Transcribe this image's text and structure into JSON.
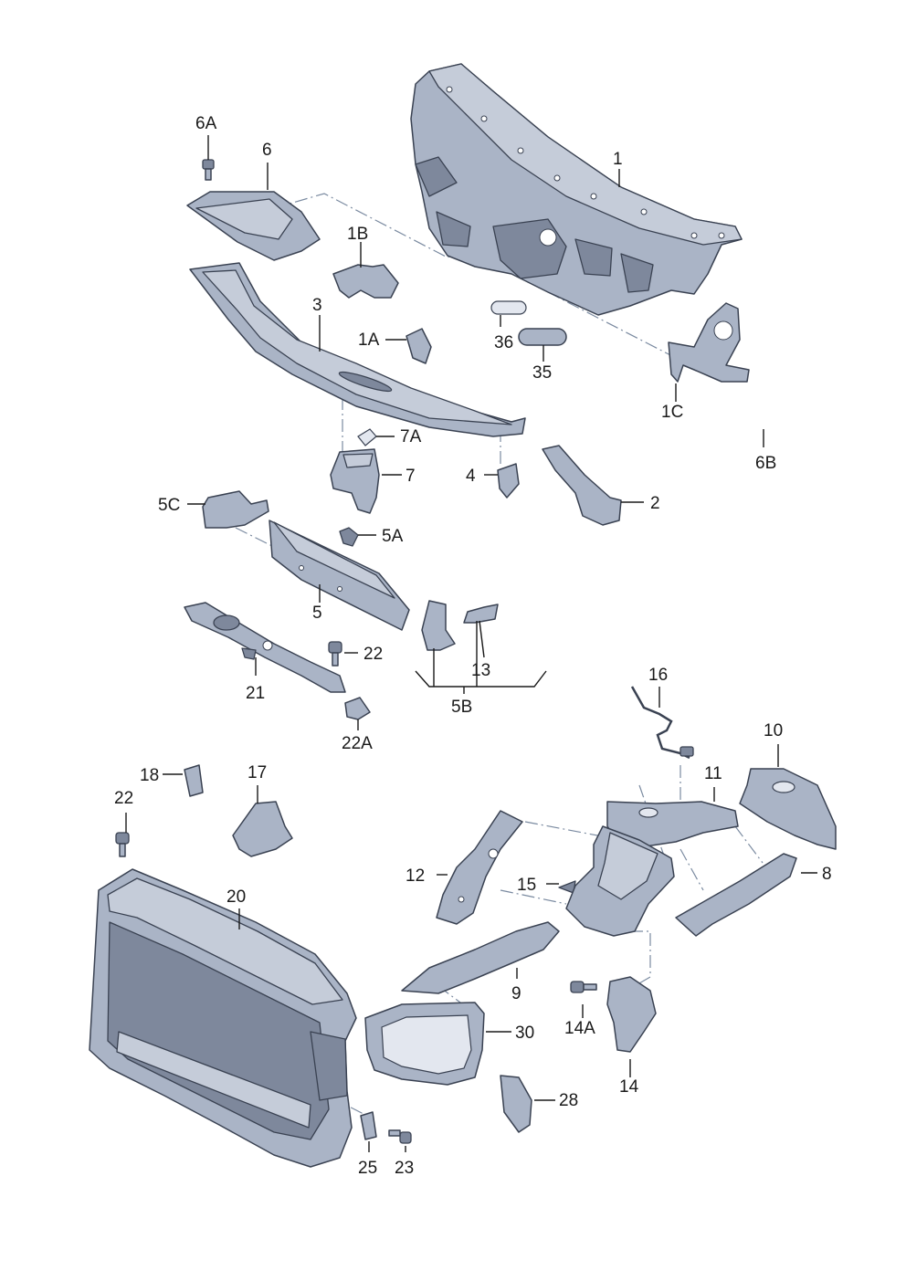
{
  "diagram": {
    "parts": [
      {
        "id": "p1",
        "label": "1"
      },
      {
        "id": "p1a",
        "label": "1A"
      },
      {
        "id": "p1b",
        "label": "1B"
      },
      {
        "id": "p1c",
        "label": "1C"
      },
      {
        "id": "p2",
        "label": "2"
      },
      {
        "id": "p3",
        "label": "3"
      },
      {
        "id": "p4",
        "label": "4"
      },
      {
        "id": "p5",
        "label": "5"
      },
      {
        "id": "p5a",
        "label": "5A"
      },
      {
        "id": "p5b",
        "label": "5B"
      },
      {
        "id": "p5c",
        "label": "5C"
      },
      {
        "id": "p6",
        "label": "6"
      },
      {
        "id": "p6a",
        "label": "6A"
      },
      {
        "id": "p6b",
        "label": "6B"
      },
      {
        "id": "p7",
        "label": "7"
      },
      {
        "id": "p7a",
        "label": "7A"
      },
      {
        "id": "p8",
        "label": "8"
      },
      {
        "id": "p9",
        "label": "9"
      },
      {
        "id": "p10",
        "label": "10"
      },
      {
        "id": "p11",
        "label": "11"
      },
      {
        "id": "p12",
        "label": "12"
      },
      {
        "id": "p13",
        "label": "13"
      },
      {
        "id": "p14",
        "label": "14"
      },
      {
        "id": "p14a",
        "label": "14A"
      },
      {
        "id": "p15",
        "label": "15"
      },
      {
        "id": "p16",
        "label": "16"
      },
      {
        "id": "p17",
        "label": "17"
      },
      {
        "id": "p18",
        "label": "18"
      },
      {
        "id": "p20",
        "label": "20"
      },
      {
        "id": "p21",
        "label": "21"
      },
      {
        "id": "p22a",
        "label": "22"
      },
      {
        "id": "p22b",
        "label": "22"
      },
      {
        "id": "p22c",
        "label": "22A"
      },
      {
        "id": "p23",
        "label": "23"
      },
      {
        "id": "p25",
        "label": "25"
      },
      {
        "id": "p28",
        "label": "28"
      },
      {
        "id": "p30",
        "label": "30"
      },
      {
        "id": "p35",
        "label": "35"
      },
      {
        "id": "p36",
        "label": "36"
      }
    ]
  },
  "colors": {
    "part_fill": "#aab4c6",
    "part_light": "#c5ccd9",
    "part_dark": "#7e889c",
    "outline": "#3a4252",
    "text": "#1a1a1a",
    "leader_dash": "#7a8aa0"
  }
}
